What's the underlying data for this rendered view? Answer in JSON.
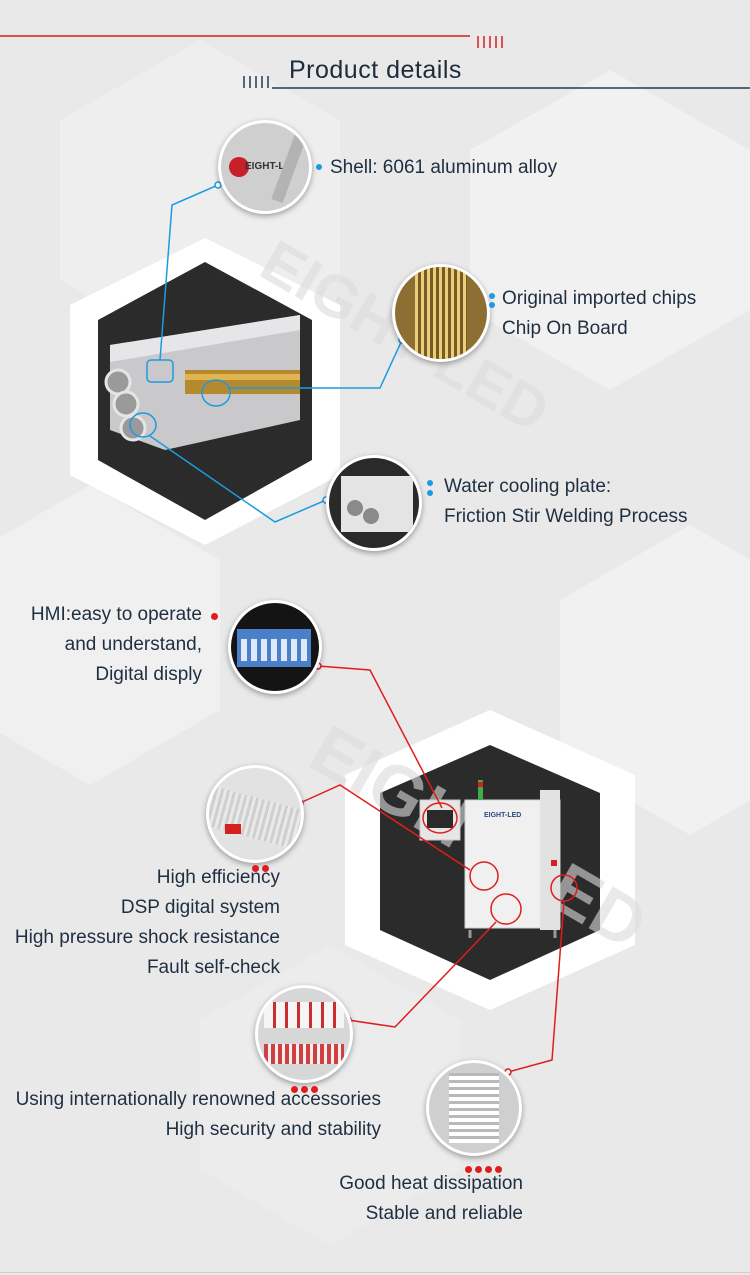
{
  "header": {
    "title": "Product details"
  },
  "top_section": {
    "logo_text": "EIGHT-L",
    "shell": "Shell: 6061 aluminum alloy",
    "chips_line1": "Original imported chips",
    "chips_line2": "Chip On Board",
    "cooling_line1": "Water cooling plate:",
    "cooling_line2": "Friction Stir Welding Process"
  },
  "bottom_section": {
    "hmi_line1": "HMI:easy to operate",
    "hmi_line2": "and understand,",
    "hmi_line3": "Digital disply",
    "eff_line1": "High efficiency",
    "eff_line2": "DSP digital system",
    "eff_line3": "High pressure shock resistance",
    "eff_line4": "Fault self-check",
    "acc_line1": "Using internationally renowned accessories",
    "acc_line2": "High security and stability",
    "heat_line1": "Good heat dissipation",
    "heat_line2": "Stable and reliable",
    "cabinet_logo": "EIGHT-LED"
  },
  "colors": {
    "accent_blue": "#1c9be0",
    "accent_red": "#e01d1d"
  }
}
